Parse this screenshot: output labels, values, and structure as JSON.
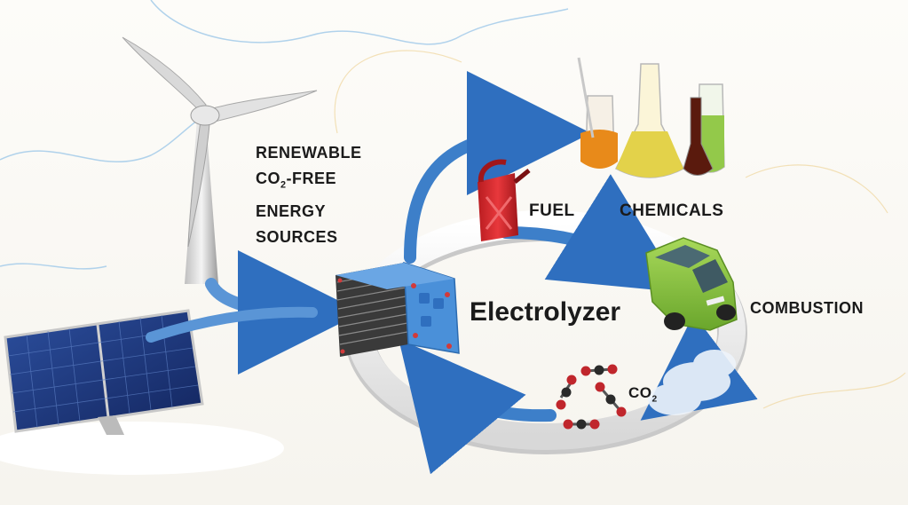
{
  "labels": {
    "renewable_line1": "RENEWABLE",
    "renewable_line2_pre": "CO",
    "renewable_line2_sub": "2",
    "renewable_line2_post": "-FREE",
    "renewable_line3": "ENERGY",
    "renewable_line4": "SOURCES",
    "fuel": "FUEL",
    "chemicals": "CHEMICALS",
    "combustion": "COMBUSTION",
    "electrolyzer": "Electrolyzer",
    "co2_main": "CO",
    "co2_sub": "2"
  },
  "colors": {
    "arrow_blue": "#3d7fc9",
    "ring_white": "#f2f2f2",
    "fuel_can_red": "#d9262b",
    "car_green": "#8cc63f",
    "solar_blue": "#1e3a8a",
    "electrolyzer_blue": "#4a90d9",
    "molecule_red": "#c0262c",
    "molecule_black": "#2a2a2a"
  },
  "icons": [
    "wind-turbine-icon",
    "solar-panel-icon",
    "electrolyzer-icon",
    "fuel-can-icon",
    "chemical-flasks-icon",
    "car-icon",
    "co2-molecule-icon"
  ]
}
